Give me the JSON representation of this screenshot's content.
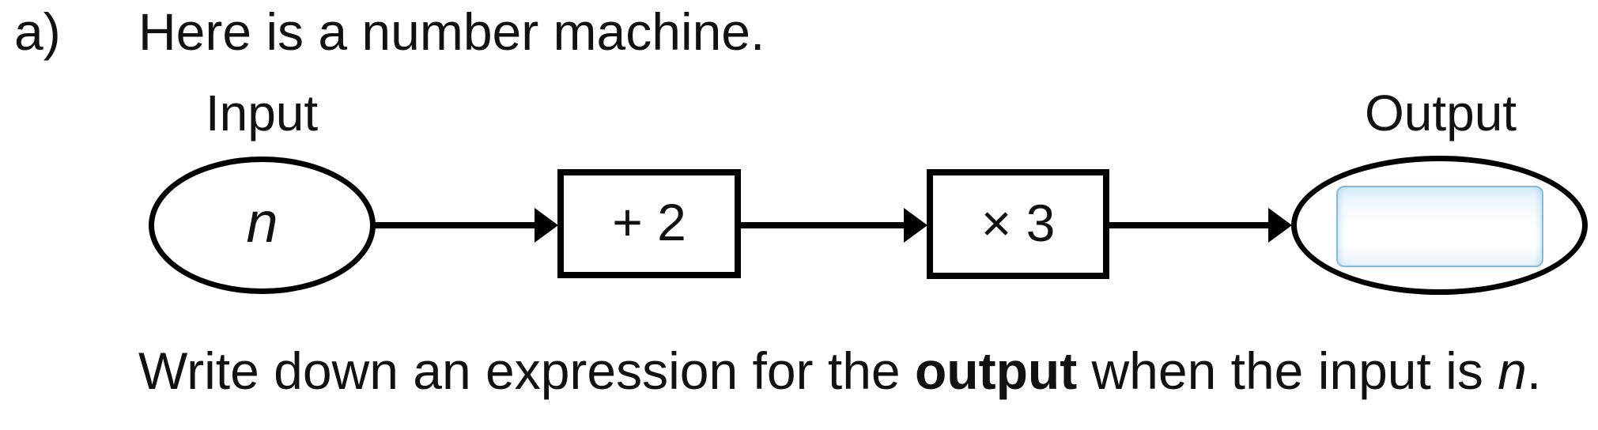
{
  "question": {
    "part_label": "a)",
    "intro": "Here is a number machine.",
    "prompt_pre": "Write down an expression for the ",
    "prompt_bold": "output",
    "prompt_mid": " when the input is ",
    "prompt_italic": "n",
    "prompt_post": "."
  },
  "diagram": {
    "input_label": "Input",
    "output_label": "Output",
    "input_value": "n",
    "operations": [
      {
        "label": "+ 2"
      },
      {
        "label": "× 3"
      }
    ],
    "answer_value": "",
    "colors": {
      "stroke": "#000000",
      "text": "#111111",
      "answer_border": "#85bcdc",
      "answer_tint": "#d8ecf9",
      "background": "#ffffff"
    }
  }
}
